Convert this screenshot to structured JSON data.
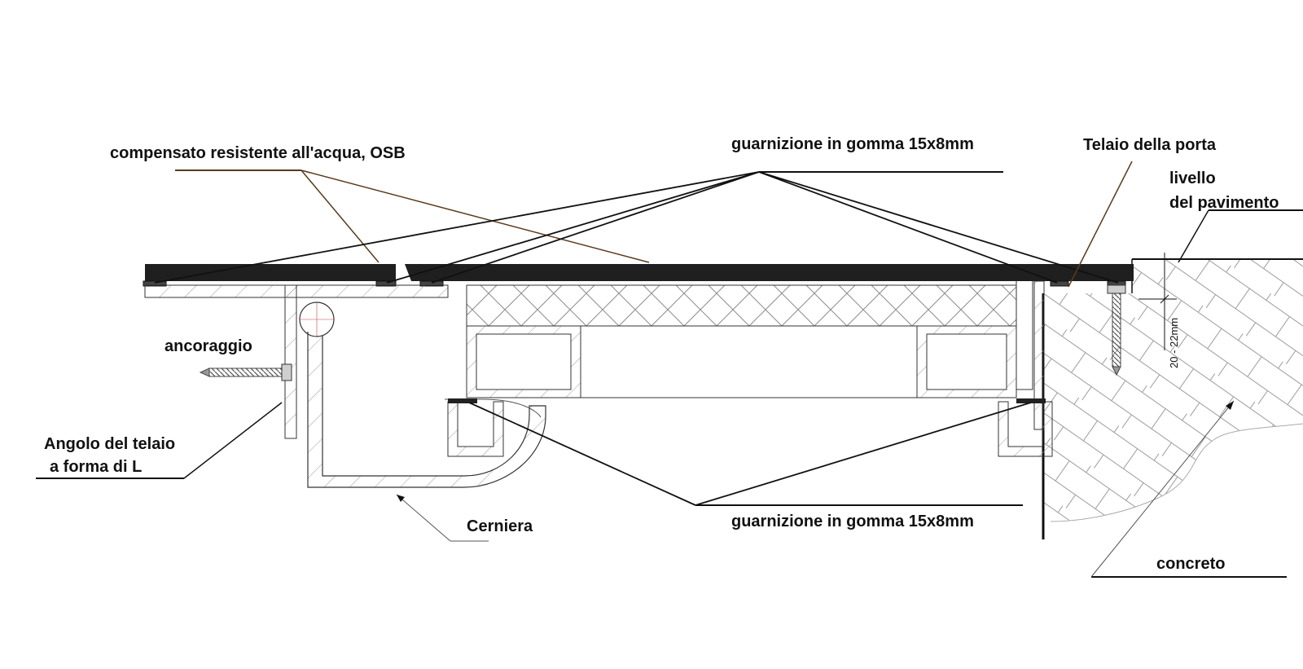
{
  "labels": {
    "compensato": "compensato resistente all'acqua, OSB",
    "guarnizione_top": "guarnizione in gomma 15x8mm",
    "telaio_porta": "Telaio della porta",
    "livello_line1": "livello",
    "livello_line2": "del pavimento",
    "ancoraggio": "ancoraggio",
    "angolo_line1": "Angolo del telaio",
    "angolo_line2": "a forma di L",
    "cerniera": "Cerniera",
    "guarnizione_bottom": "guarnizione in gomma 15x8mm",
    "concreto": "concreto",
    "dimension": "20 - 22mm"
  },
  "colors": {
    "panel": "#1f1f1f",
    "line": "#111111",
    "hatch": "#9a9a9a",
    "leader_brown": "#5a3a1a",
    "bg": "#ffffff"
  }
}
